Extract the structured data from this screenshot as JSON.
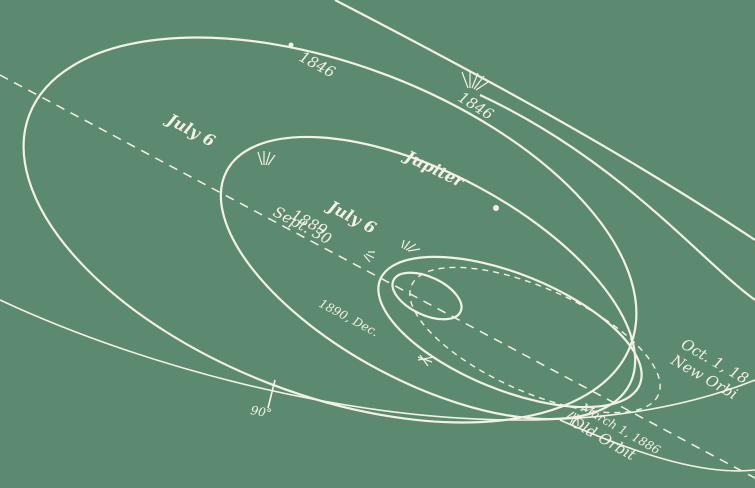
{
  "labels": {
    "t1846_left": "1846",
    "t1846_right": "1846",
    "july6_upper": "July 6",
    "jupiter": "Jupiter",
    "july6_lower": "July 6",
    "year1889": "1889",
    "sept30": "Sept. 30",
    "dec1890": "1890, Dec.",
    "oct1": "Oct. 1, 18",
    "new_orbit": "New Orbi",
    "march1886": "March 1, 1886",
    "old_orbit": "Old Orbit",
    "deg90": "90°"
  },
  "colors": {
    "background": "#5c8a70",
    "ink": "#f3f1e6"
  }
}
